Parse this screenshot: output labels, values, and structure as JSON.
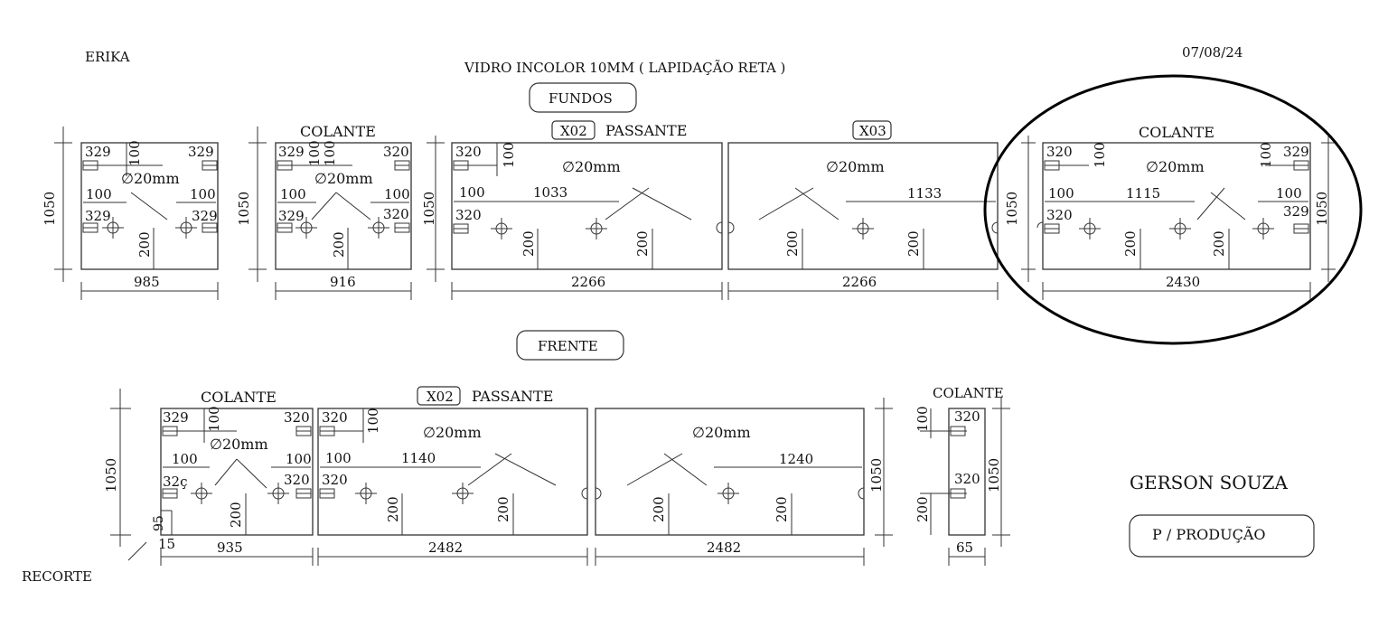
{
  "header": {
    "client": "ERIKA",
    "title": "VIDRO INCOLOR 10MM ( LAPIDAÇÃO RETA )",
    "date": "07/08/24"
  },
  "sections": {
    "fundos": "FUNDOS",
    "frente": "FRENTE"
  },
  "labels": {
    "colante": "COLANTE",
    "passante": "PASSANTE",
    "x02": "X02",
    "x03": "X03",
    "hole": "∅20mm",
    "recorte": "RECORTE"
  },
  "dims": {
    "h1050": "1050",
    "d985": "985",
    "d916": "916",
    "d2266": "2266",
    "d2430": "2430",
    "d935": "935",
    "d2482": "2482",
    "d65": "65",
    "d1033": "1033",
    "d1133": "1133",
    "d1115": "1115",
    "d1140": "1140",
    "d1240": "1240",
    "d329": "329",
    "d320": "320",
    "d100": "100",
    "d200": "200",
    "d95": "95",
    "d15": "15",
    "d32x": "32ç"
  },
  "footer": {
    "author": "GERSON SOUZA",
    "status": "P / PRODUÇÃO"
  }
}
